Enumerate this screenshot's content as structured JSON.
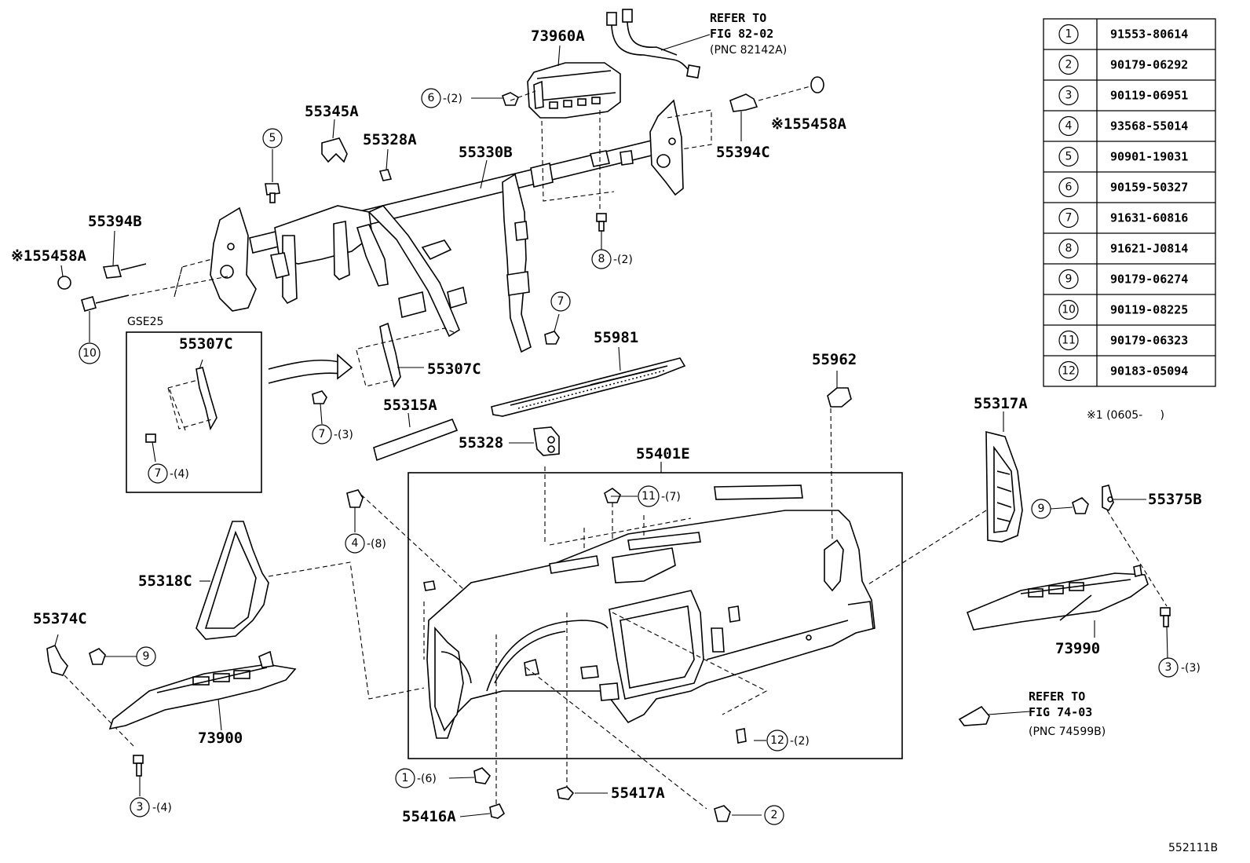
{
  "labels": {
    "p73960A": "73960A",
    "p55345A": "55345A",
    "p55328A": "55328A",
    "p55330B": "55330B",
    "p55394C": "55394C",
    "p155458A_r": "※155458A",
    "p55394B": "55394B",
    "p155458A_l": "※155458A",
    "gse25": "GSE25",
    "p55307C_box": "55307C",
    "p55307C": "55307C",
    "p55981": "55981",
    "p55962": "55962",
    "p55315A": "55315A",
    "p55328": "55328",
    "p55401E": "55401E",
    "p55317A": "55317A",
    "p55375B": "55375B",
    "p55318C": "55318C",
    "p55374C": "55374C",
    "p73900": "73900",
    "p73990": "73990",
    "p55416A": "55416A",
    "p55417A": "55417A",
    "figcode": "552111B",
    "note1": "※1 (0605-     )"
  },
  "refer_top": {
    "line1": "REFER TO",
    "line2": "FIG 82-02",
    "line3": "(PNC 82142A)"
  },
  "refer_bottom": {
    "line1": "REFER TO",
    "line2": "FIG 74-03",
    "line3": "(PNC 74599B)"
  },
  "callouts": {
    "c6": {
      "num": "6",
      "qty": "-(2)"
    },
    "c5": {
      "num": "5",
      "qty": ""
    },
    "c8": {
      "num": "8",
      "qty": "-(2)"
    },
    "c7a": {
      "num": "7",
      "qty": ""
    },
    "c10": {
      "num": "10",
      "qty": ""
    },
    "c7b": {
      "num": "7",
      "qty": "-(4)"
    },
    "c7c": {
      "num": "7",
      "qty": "-(3)"
    },
    "c4": {
      "num": "4",
      "qty": "-(8)"
    },
    "c11": {
      "num": "11",
      "qty": "-(7)"
    },
    "c9a": {
      "num": "9",
      "qty": ""
    },
    "c9b": {
      "num": "9",
      "qty": ""
    },
    "c3a": {
      "num": "3",
      "qty": "-(3)"
    },
    "c3b": {
      "num": "3",
      "qty": "-(4)"
    },
    "c12": {
      "num": "12",
      "qty": "-(2)"
    },
    "c1": {
      "num": "1",
      "qty": "-(6)"
    },
    "c2": {
      "num": "2",
      "qty": ""
    }
  },
  "parts_table": [
    {
      "num": "1",
      "part": "91553-80614"
    },
    {
      "num": "2",
      "part": "90179-06292"
    },
    {
      "num": "3",
      "part": "90119-06951"
    },
    {
      "num": "4",
      "part": "93568-55014"
    },
    {
      "num": "5",
      "part": "90901-19031"
    },
    {
      "num": "6",
      "part": "90159-50327"
    },
    {
      "num": "7",
      "part": "91631-60816"
    },
    {
      "num": "8",
      "part": "91621-J0814"
    },
    {
      "num": "9",
      "part": "90179-06274"
    },
    {
      "num": "10",
      "part": "90119-08225"
    },
    {
      "num": "11",
      "part": "90179-06323"
    },
    {
      "num": "12",
      "part": "90183-05094"
    }
  ]
}
